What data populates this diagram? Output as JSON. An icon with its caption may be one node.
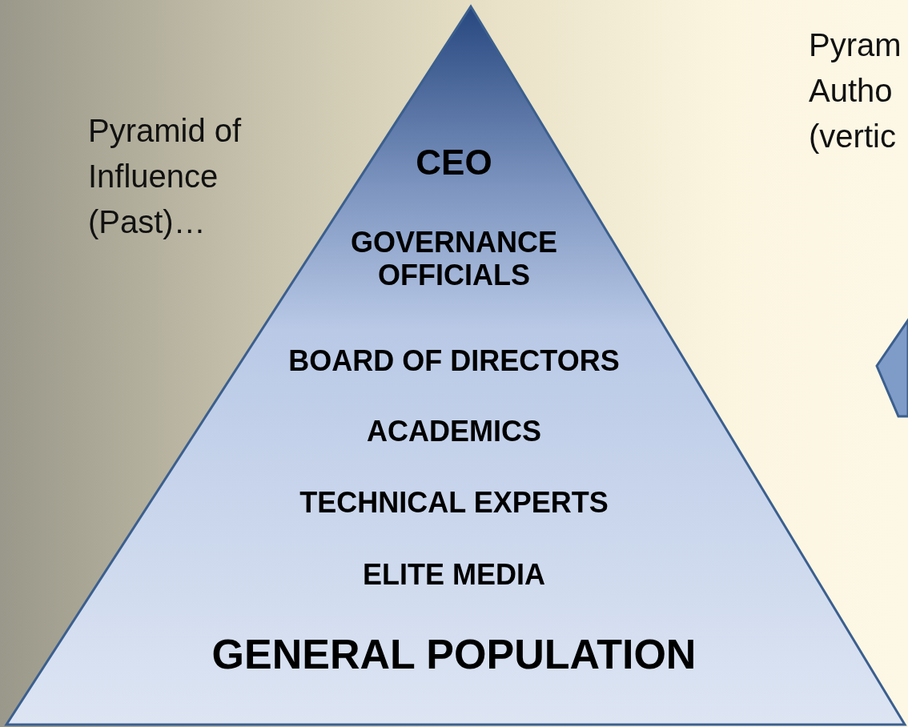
{
  "diagram": {
    "nodes": [
      {
        "text": [
          "CEO",
          "GOVERNANCE OFFICIALS",
          "BOARD OF DIRECTORS",
          "ACADEMICS",
          "TECHNICAL EXPERTS",
          "ELITE MEDIA",
          "GENERAL POPULATION"
        ]
      },
      {
        "text": [],
        "shape": "triangle"
      }
    ],
    "labels": [
      "Pyramid of Influence (Past)…",
      "Pyram Autho (vertic"
    ]
  }
}
